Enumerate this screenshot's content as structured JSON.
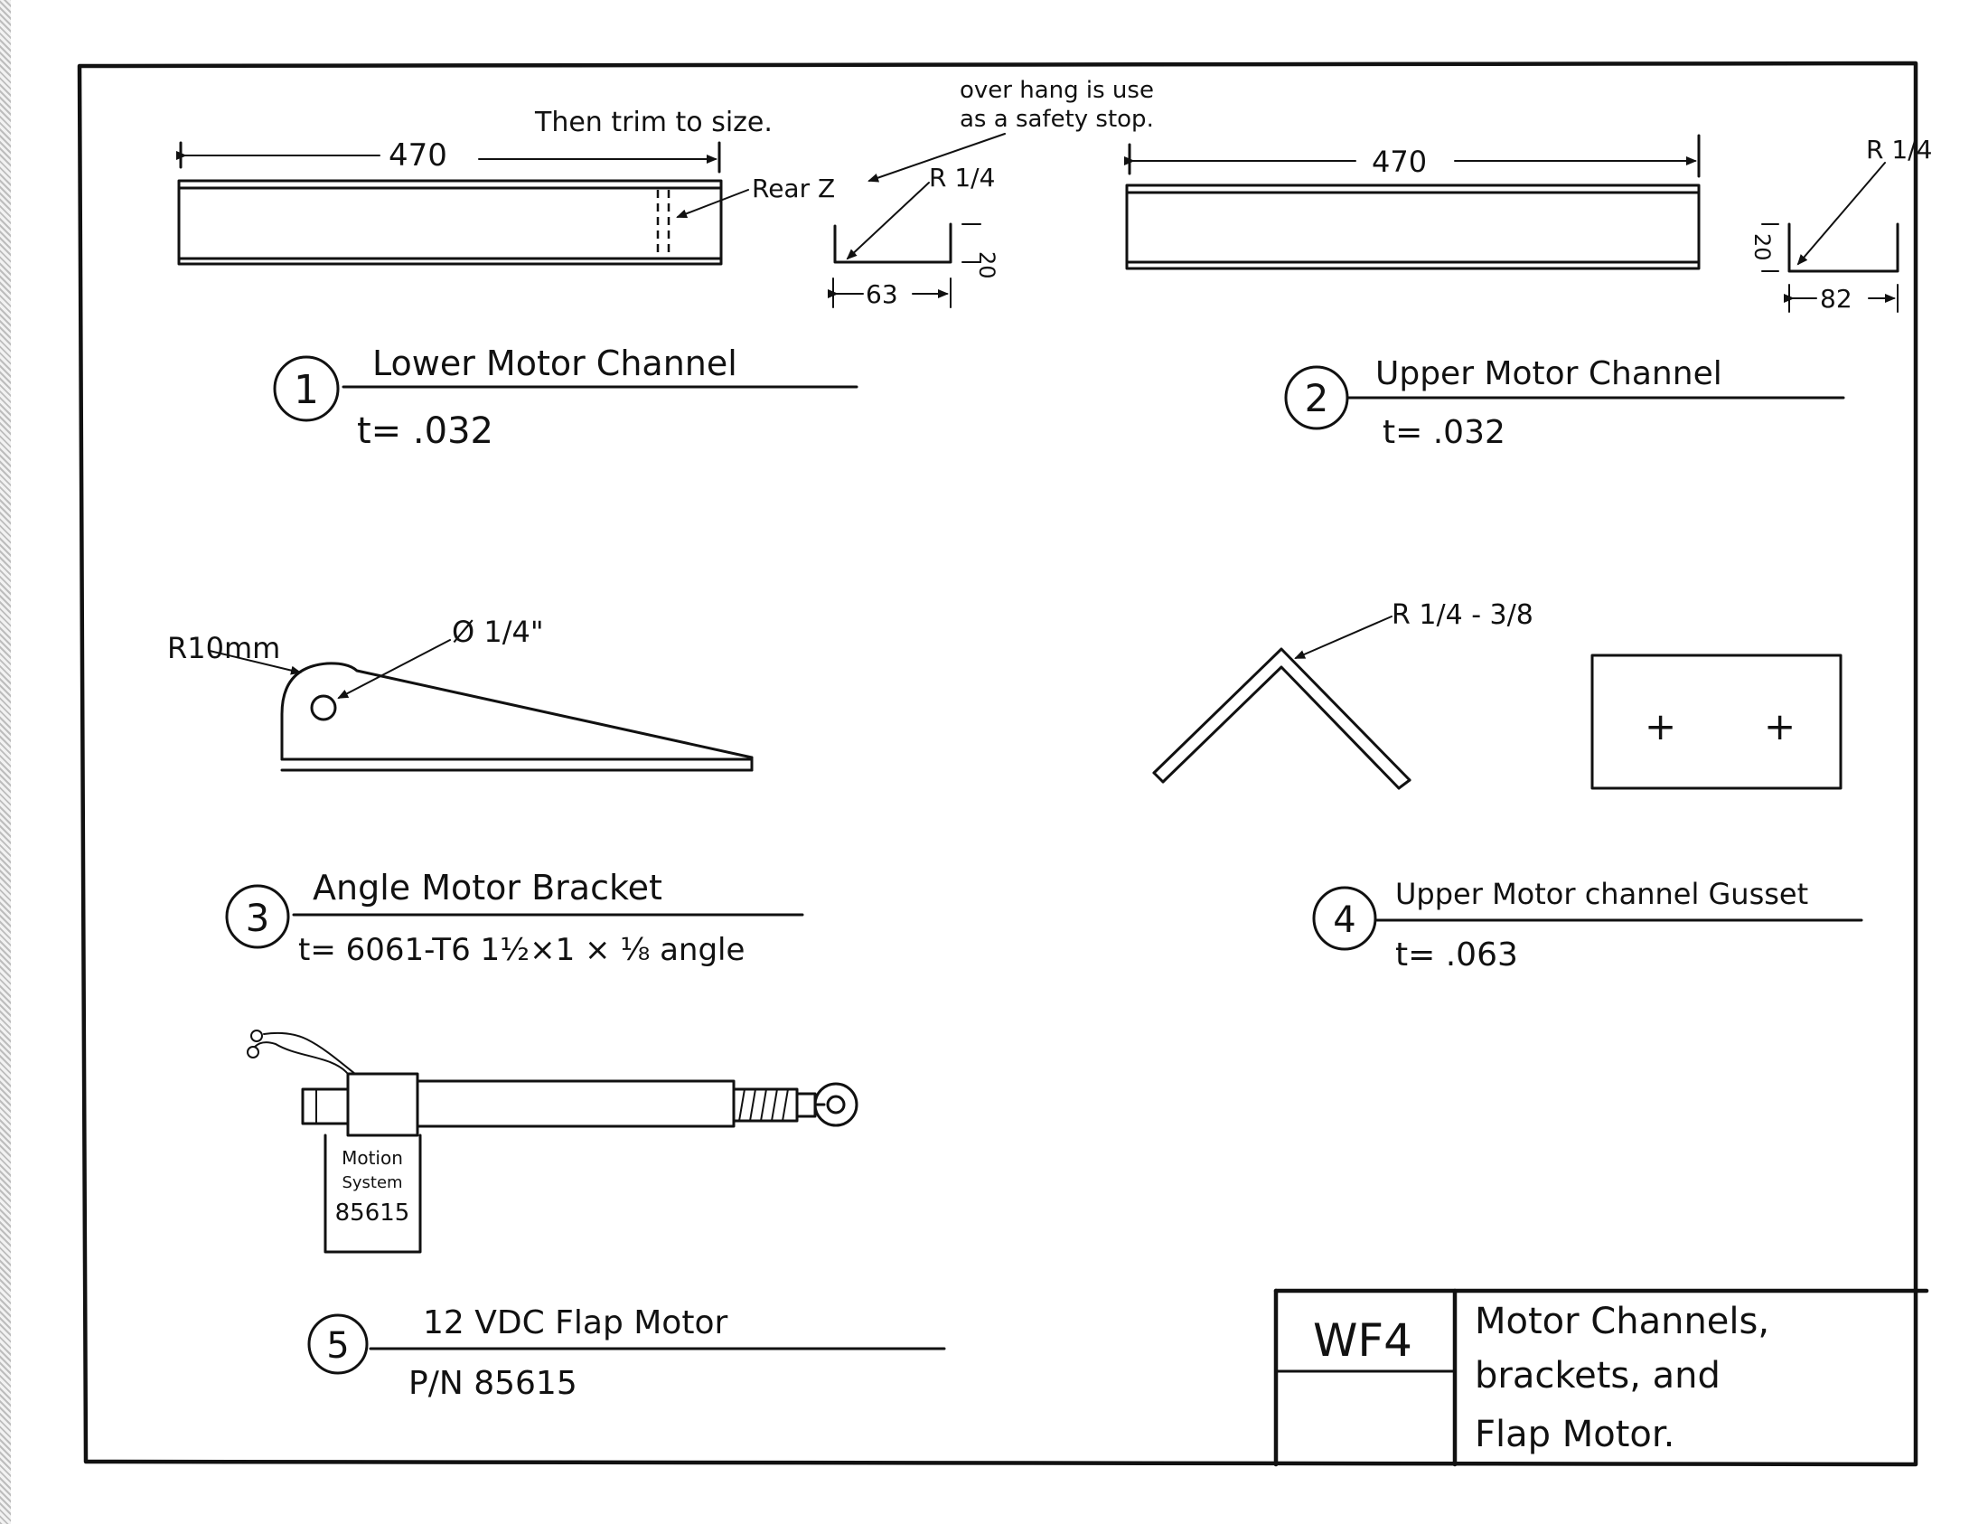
{
  "part1": {
    "number": "1",
    "title": "Lower Motor Channel",
    "thickness": "t= .032",
    "length": "470",
    "note": "Then trim to size.",
    "rear_label": "Rear Z",
    "radius": "R 1/4",
    "flange_width": "63",
    "flange_height": "20"
  },
  "overhang_note": {
    "line1": "over hang is use",
    "line2": "as a safety stop."
  },
  "part2": {
    "number": "2",
    "title": "Upper Motor Channel",
    "thickness": "t= .032",
    "length": "470",
    "radius": "R 1/4",
    "flange_height": "20",
    "flange_width": "82"
  },
  "part3": {
    "number": "3",
    "title": "Angle Motor Bracket",
    "spec": "t= 6061-T6  1½×1 × ⅛ angle",
    "radius": "R10mm",
    "hole": "Ø 1/4\""
  },
  "part4": {
    "number": "4",
    "title": "Upper Motor channel Gusset",
    "thickness": "t= .063",
    "radius": "R 1/4 - 3/8",
    "marks": [
      "+",
      "+"
    ]
  },
  "part5": {
    "number": "5",
    "title": "12 VDC  Flap Motor",
    "part_number": "P/N 85615",
    "motor_label": [
      "Motion",
      "System",
      "85615"
    ]
  },
  "title_block": {
    "drawing_id": "WF4",
    "description": [
      "Motor Channels,",
      "brackets, and",
      "Flap Motor."
    ]
  }
}
